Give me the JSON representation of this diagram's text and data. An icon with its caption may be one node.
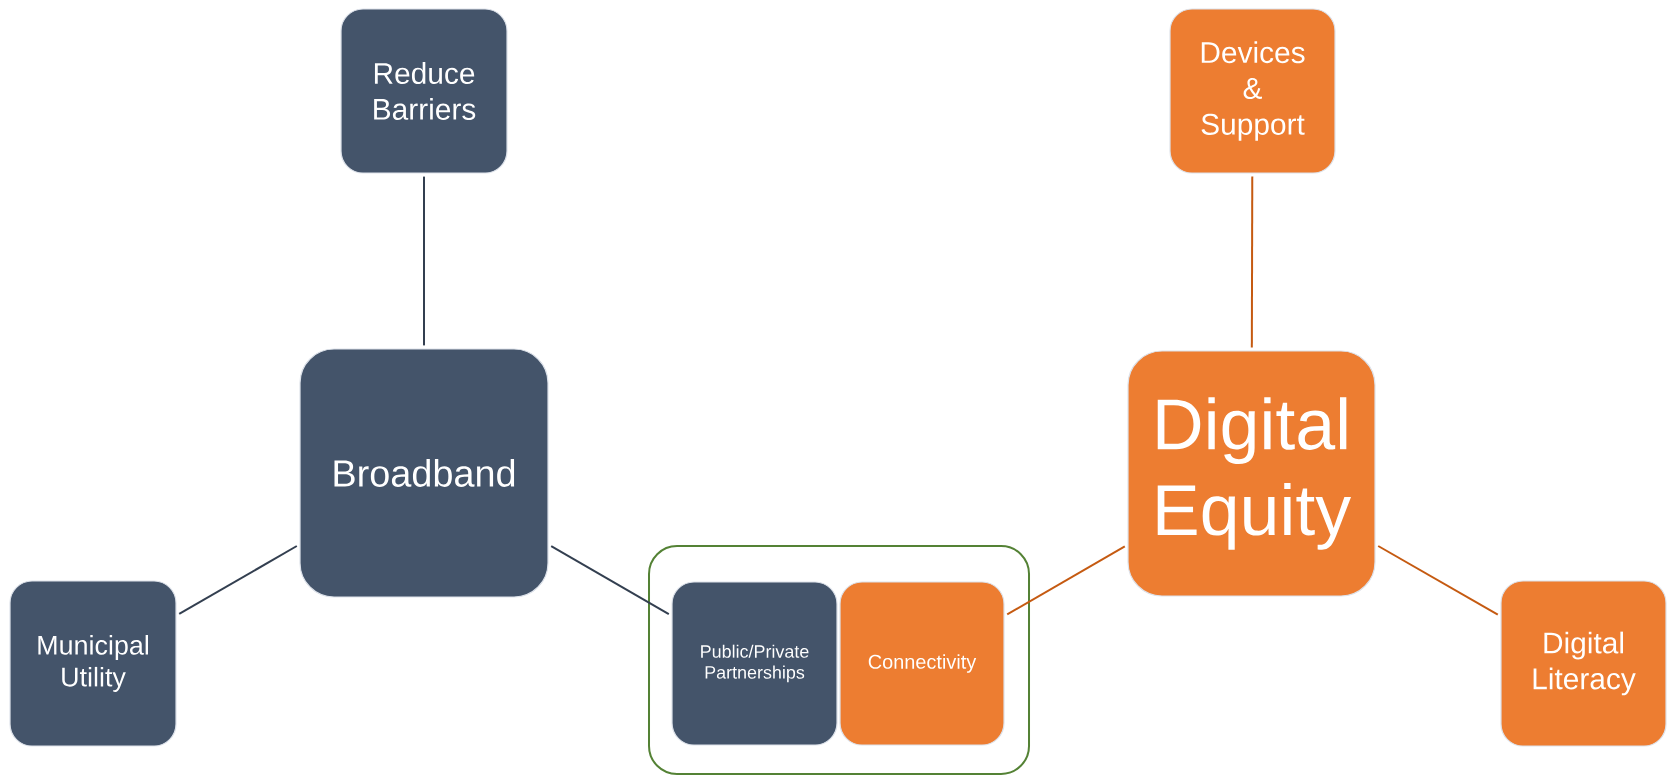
{
  "diagram": {
    "nodes": [
      {
        "text": [
          "Reduce Barriers"
        ]
      },
      {
        "text": [
          "Devices & Support"
        ]
      },
      {
        "text": [
          "Broadband"
        ]
      },
      {
        "text": [
          "Digital Equity"
        ]
      },
      {
        "text": [
          "Municipal Utility"
        ]
      },
      {
        "text": [],
        "shape": "box"
      },
      {
        "text": [
          "Public/Private Partnerships"
        ],
        "in": 5
      },
      {
        "text": [
          "Connectivity"
        ],
        "in": 5
      },
      {
        "text": [
          "Digital Literacy"
        ]
      }
    ],
    "edges": [
      {
        "from": 2,
        "to": 0,
        "arrow": "none",
        "color": "#333f50"
      },
      {
        "from": 2,
        "to": 4,
        "arrow": "none",
        "color": "#333f50"
      },
      {
        "from": 2,
        "to": 6,
        "arrow": "none",
        "color": "#333f50"
      },
      {
        "from": 3,
        "to": 1,
        "arrow": "none",
        "color": "#c55a11"
      },
      {
        "from": 3,
        "to": 7,
        "arrow": "none",
        "color": "#c55a11"
      },
      {
        "from": 3,
        "to": 8,
        "arrow": "none",
        "color": "#c55a11"
      }
    ]
  }
}
